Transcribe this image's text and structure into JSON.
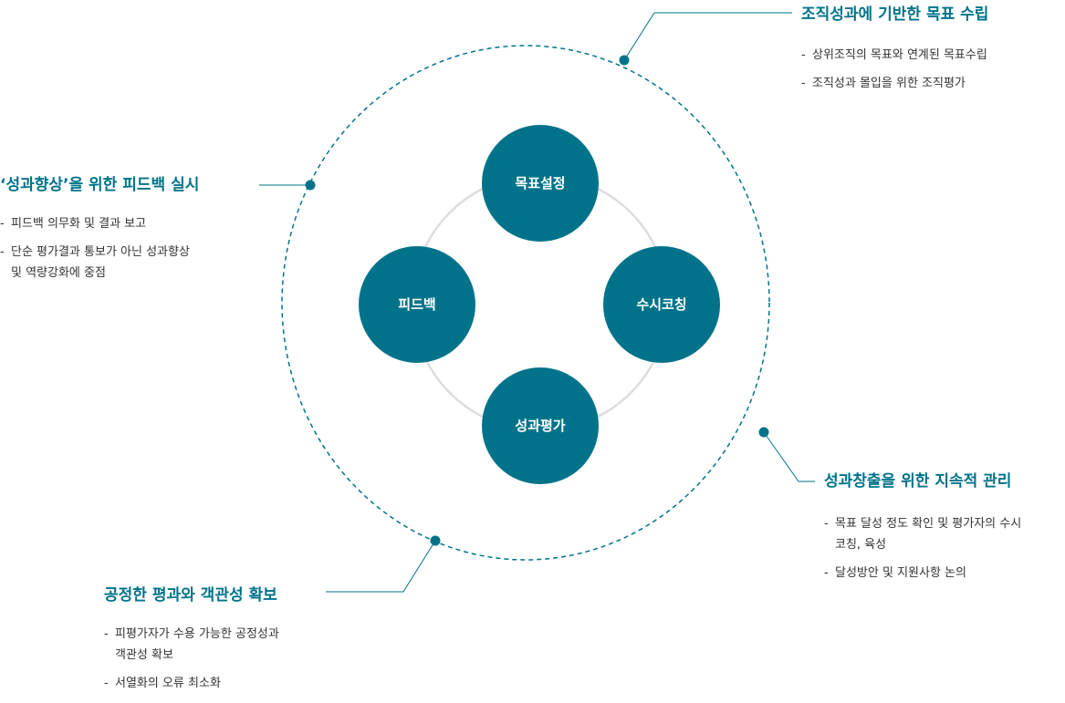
{
  "nodes": [
    {
      "id": "goal",
      "label": "목표설정"
    },
    {
      "id": "coaching",
      "label": "수시코칭"
    },
    {
      "id": "evaluation",
      "label": "성과평가"
    },
    {
      "id": "feedback",
      "label": "피드백"
    }
  ],
  "callouts": {
    "top_right": {
      "title": "조직성과에 기반한 목표 수립",
      "items": [
        "상위조직의 목표와 연계된 목표수립",
        "조직성과 몰입을 위한 조직평가"
      ]
    },
    "left": {
      "title": "‘성과향상’을 위한 피드백 실시",
      "items": [
        "피드백 의무화 및 결과 보고",
        "단순 평가결과 통보가 아닌 성과향상\n및 역량강화에 중점"
      ]
    },
    "right": {
      "title": "성과창출을 위한 지속적 관리",
      "items": [
        "목표 달성 정도 확인 및 평가자의 수시\n코칭, 육성",
        "달성방안 및 지원사항 논의"
      ]
    },
    "bottom": {
      "title": "공정한 평과와 객관성 확보",
      "items": [
        "피평가자가 수용 가능한 공정성과\n객관성 확보",
        "서열화의 오류 최소화"
      ]
    }
  },
  "colors": {
    "accent": "#00738a",
    "inner_ring": "#dddddd",
    "text": "#333333"
  }
}
